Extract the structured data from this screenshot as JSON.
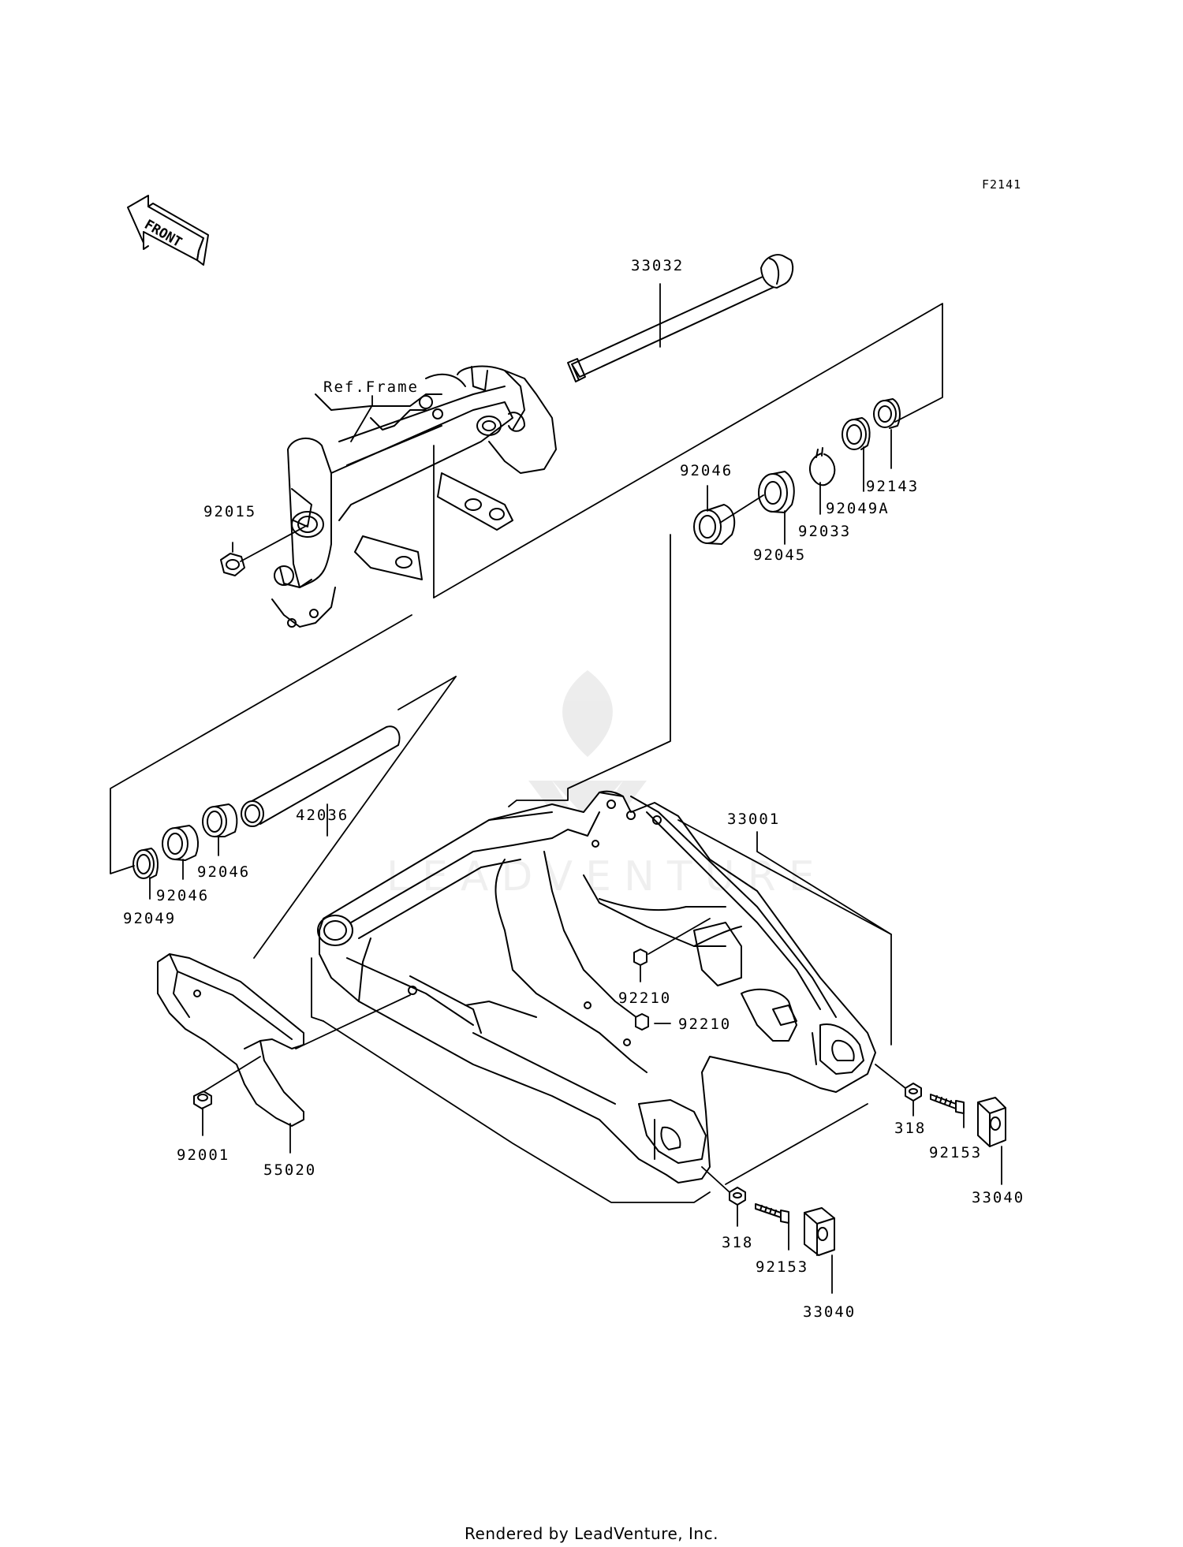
{
  "figure_id": "F2141",
  "front_arrow_label": "FRONT",
  "watermark_text": "LEADVENTURE",
  "footer_text": "Rendered by LeadVenture, Inc.",
  "labels": {
    "ref_frame": "Ref.Frame",
    "p33032": "33032",
    "p92015": "92015",
    "p92046_a": "92046",
    "p92045": "92045",
    "p92033": "92033",
    "p92049A": "92049A",
    "p92143": "92143",
    "p42036": "42036",
    "p92046_b": "92046",
    "p92046_c": "92046",
    "p92049": "92049",
    "p33001": "33001",
    "p92210_a": "92210",
    "p92210_b": "92210",
    "p92001": "92001",
    "p55020": "55020",
    "p318_a": "318",
    "p92153_a": "92153",
    "p33040_a": "33040",
    "p318_b": "318",
    "p92153_b": "92153",
    "p33040_b": "33040"
  }
}
